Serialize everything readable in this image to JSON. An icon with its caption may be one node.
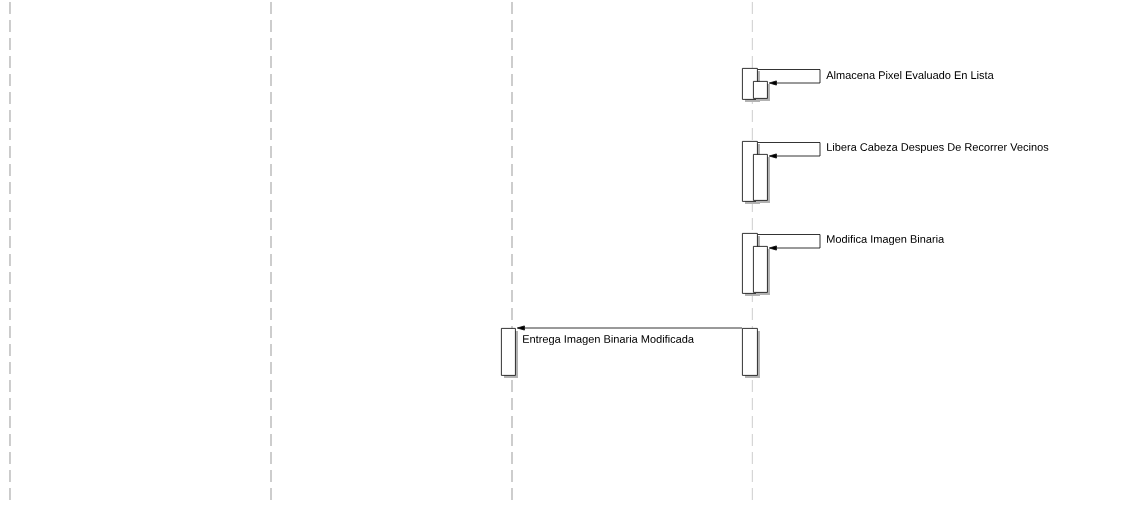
{
  "diagram": {
    "nodes": [
      {
        "text": [],
        "shape": "bar"
      },
      {
        "text": [],
        "shape": "bar"
      },
      {
        "text": [],
        "shape": "bar"
      },
      {
        "text": [],
        "shape": "bar"
      },
      {
        "text": [],
        "shape": "bar"
      },
      {
        "text": [],
        "shape": "bar"
      },
      {
        "text": [],
        "shape": "bar"
      },
      {
        "text": [],
        "shape": "bar"
      }
    ],
    "edges": [
      {
        "from": 0,
        "to": 1,
        "arrow": "to",
        "label": "Almacena Pixel Evaluado En Lista"
      },
      {
        "from": 2,
        "to": 3,
        "arrow": "to",
        "label": "Libera Cabeza Despues De Recorrer Vecinos"
      },
      {
        "from": 4,
        "to": 5,
        "arrow": "to",
        "label": "Modifica Imagen Binaria"
      },
      {
        "from": 7,
        "to": 6,
        "arrow": "to",
        "label": "Entrega Imagen Binaria Modificada"
      }
    ]
  }
}
